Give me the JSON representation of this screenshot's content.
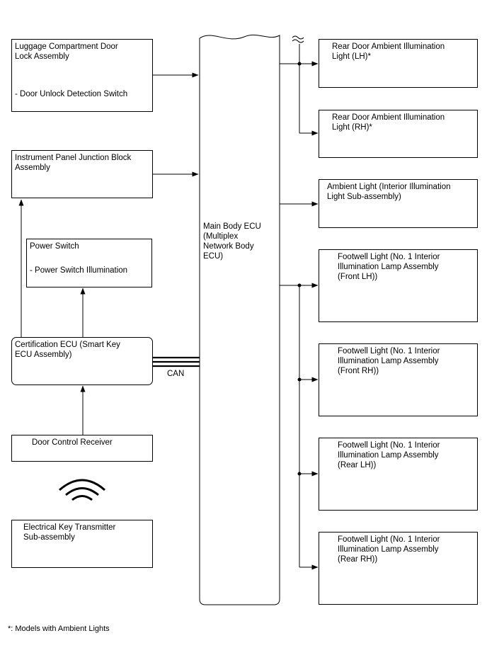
{
  "left": {
    "luggage": {
      "title": "Luggage Compartment Door\nLock Assembly",
      "sub": "- Door Unlock Detection Switch"
    },
    "junction": {
      "title": "Instrument Panel Junction Block\nAssembly"
    },
    "power_switch": {
      "title": "Power Switch",
      "sub": "- Power Switch Illumination"
    },
    "certification": {
      "title": "Certification ECU (Smart Key\nECU Assembly)"
    },
    "door_receiver": {
      "title": "Door Control Receiver"
    },
    "key_transmitter": {
      "title": "Electrical Key Transmitter\nSub-assembly"
    }
  },
  "center": {
    "main_body_ecu": "Main Body ECU\n(Multiplex\nNetwork Body\nECU)",
    "can_label": "CAN"
  },
  "right": {
    "rear_door_lh": "Rear Door Ambient Illumination\nLight (LH)*",
    "rear_door_rh": "Rear Door Ambient Illumination\nLight (RH)*",
    "ambient_light": "Ambient Light (Interior Illumination\nLight Sub-assembly)",
    "footwell_front_lh": "Footwell Light (No. 1 Interior\nIllumination Lamp Assembly\n(Front LH))",
    "footwell_front_rh": "Footwell Light (No. 1 Interior\nIllumination Lamp Assembly\n(Front RH))",
    "footwell_rear_lh": "Footwell Light (No. 1 Interior\nIllumination Lamp Assembly\n(Rear LH))",
    "footwell_rear_rh": "Footwell Light (No. 1 Interior\nIllumination Lamp Assembly\n(Rear RH))"
  },
  "footnote": "*: Models with Ambient Lights"
}
